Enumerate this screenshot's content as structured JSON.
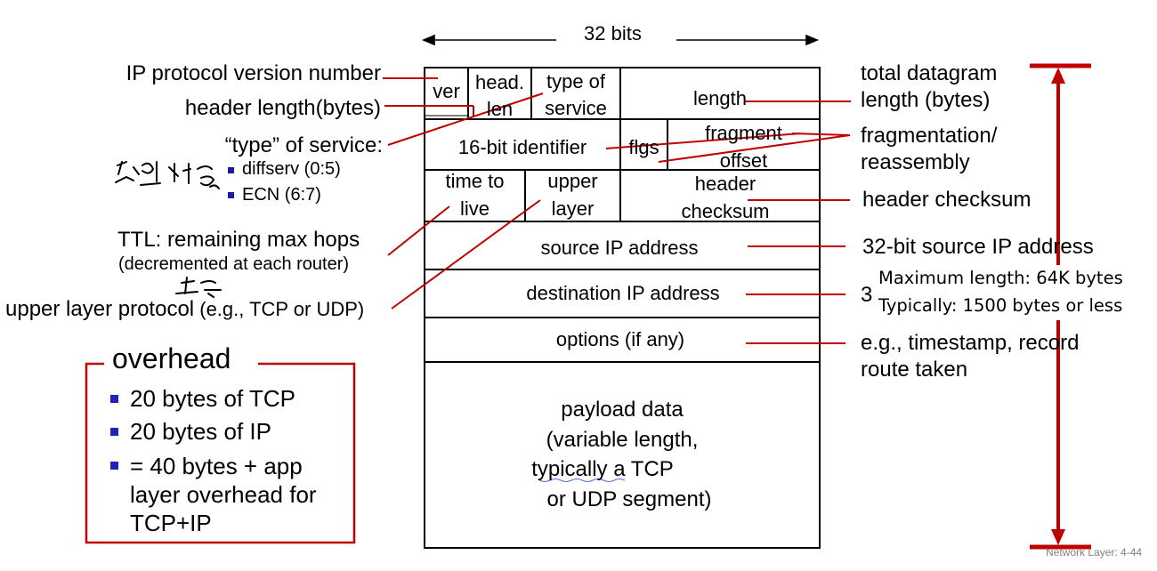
{
  "header": {
    "width_label": "32 bits"
  },
  "fields": {
    "ver": "ver",
    "head_len_1": "head.",
    "head_len_2": "len",
    "tos_1": "type of",
    "tos_2": "service",
    "length": "length",
    "identifier": "16-bit identifier",
    "flags": "flgs",
    "frag_1": "fragment",
    "frag_2": "offset",
    "ttl_1": "time to",
    "ttl_2": "live",
    "upper_1": "upper",
    "upper_2": "layer",
    "checksum_1": "header",
    "checksum_2": "checksum",
    "source": "source IP address",
    "destination": "destination IP address",
    "options": "options (if any)",
    "payload": [
      "payload data",
      "(variable length,",
      "typically",
      " a TCP",
      "or UDP segment)"
    ]
  },
  "left_labels": {
    "version": "IP protocol version number",
    "header_length": "header length(bytes)",
    "tos": "“type” of service:",
    "diffserv": "diffserv (0:5)",
    "ecn": "ECN (6:7)",
    "ttl_1": "TTL: remaining  max hops",
    "ttl_2": "(decremented at each router)",
    "upper_main": "upper layer protocol",
    "upper_eg": " (e.g., TCP or UDP)"
  },
  "right_labels": {
    "total_1": "total datagram",
    "total_2": "length (bytes)",
    "frag_1": "fragmentation/",
    "frag_2": "reassembly",
    "checksum": "header checksum",
    "source": "32-bit source IP address",
    "dest_partial": "3",
    "options_1": "e.g., timestamp, record",
    "options_2": "route taken"
  },
  "tooltip": {
    "line1": "Maximum length: 64K bytes",
    "line2": "Typically: 1500 bytes or less"
  },
  "overhead": {
    "title": "overhead",
    "items": [
      "20 bytes of TCP",
      "20 bytes of IP",
      "= 40 bytes + app",
      "layer overhead for",
      "TCP+IP"
    ]
  },
  "footer": {
    "slide_number": "Network Layer: 4-44"
  },
  "colors": {
    "annotation_red": "#c00000",
    "bullet_blue": "#1a1aa6"
  }
}
